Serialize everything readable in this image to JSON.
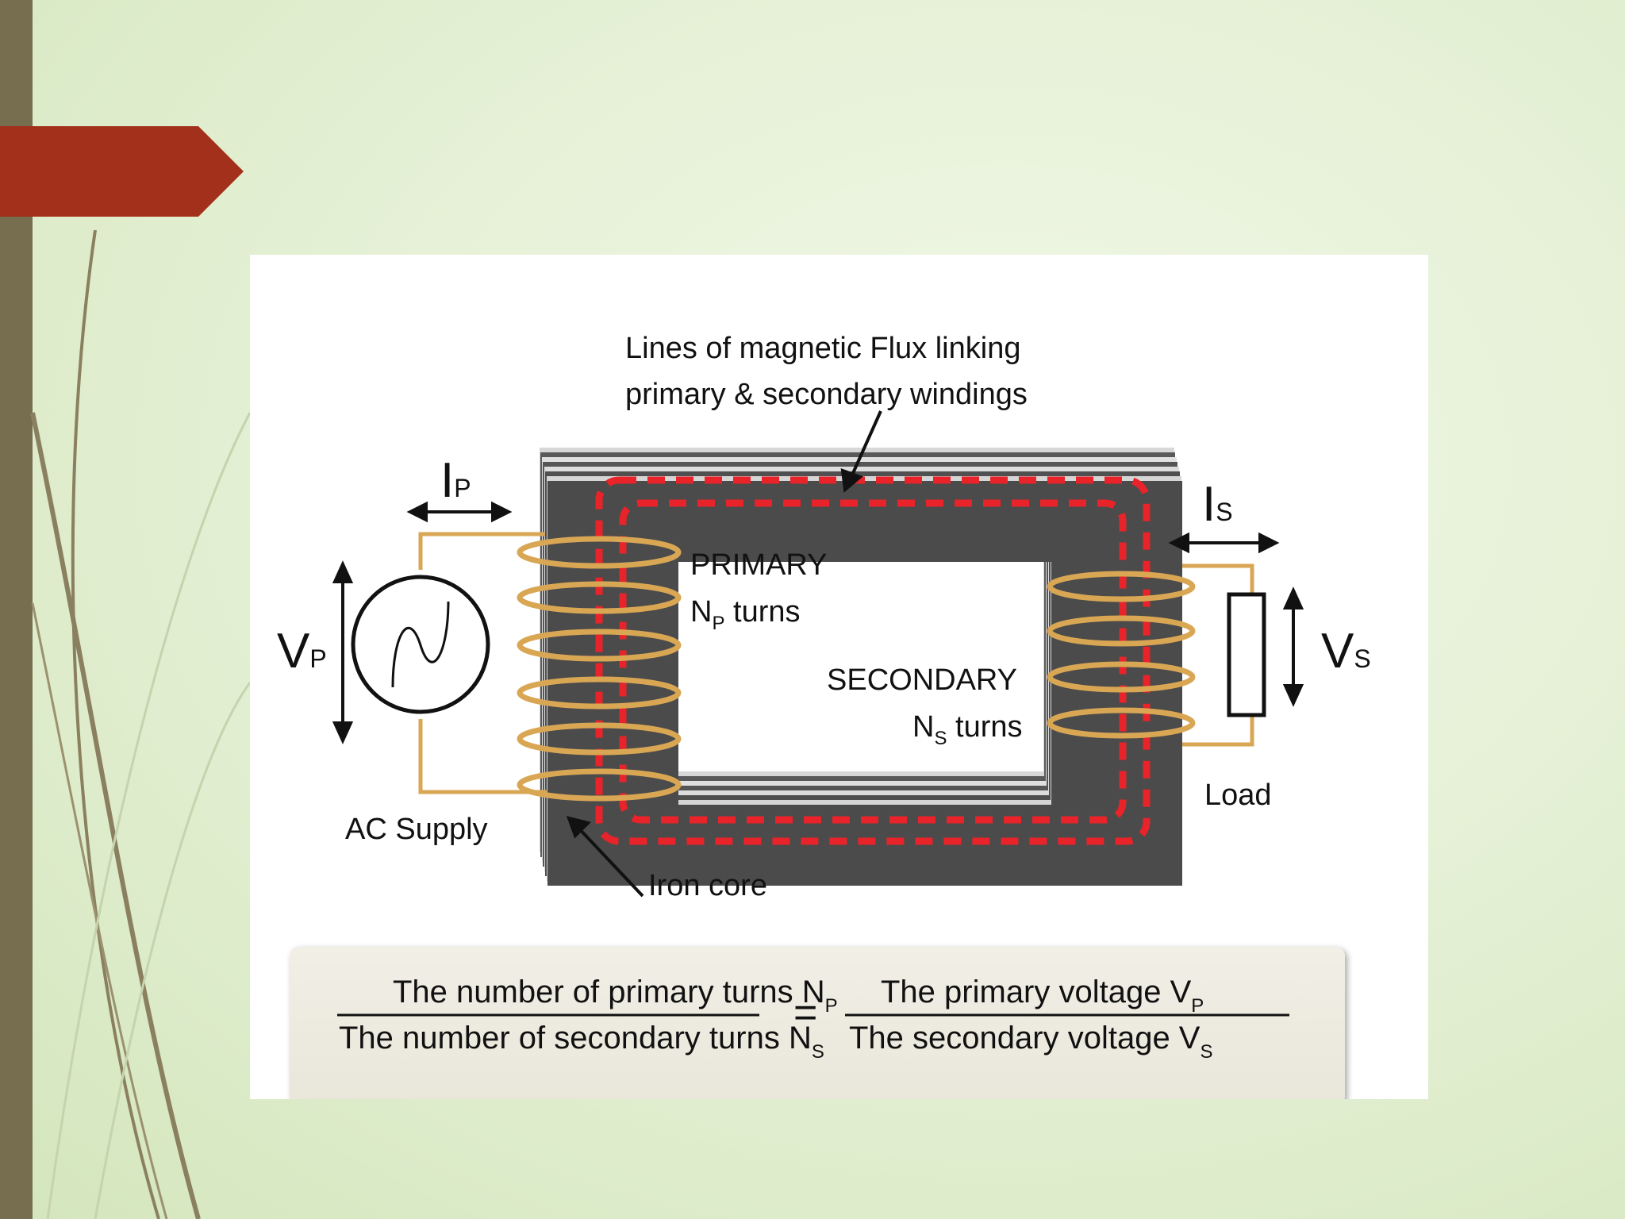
{
  "diagram": {
    "flux_label_line1": "Lines of magnetic Flux linking",
    "flux_label_line2": "primary & secondary windings",
    "ip_label": "I",
    "ip_sub": "P",
    "is_label": "I",
    "is_sub": "S",
    "vp_label": "V",
    "vp_sub": "P",
    "vs_label": "V",
    "vs_sub": "S",
    "primary_label": "PRIMARY",
    "primary_turns_n": "N",
    "primary_turns_sub": "P",
    "primary_turns_word": " turns",
    "secondary_label": "SECONDARY",
    "secondary_turns_n": "N",
    "secondary_turns_sub": "S",
    "secondary_turns_word": " turns",
    "ac_supply_label": "AC Supply",
    "load_label": "Load",
    "iron_core_label": "Iron core"
  },
  "equation": {
    "left_numerator": "The number of primary turns N",
    "left_numerator_sub": "P",
    "left_denominator": "The number of secondary turns N",
    "left_denominator_sub": "S",
    "equals": "=",
    "right_numerator": "The primary voltage V",
    "right_numerator_sub": "P",
    "right_denominator": "The secondary voltage V",
    "right_denominator_sub": "S"
  },
  "colors": {
    "accent_ribbon": "#a3301a",
    "side_bar": "#776d4f",
    "core": "#4b4b4b",
    "flux": "#e8232a",
    "winding": "#d9a754"
  }
}
